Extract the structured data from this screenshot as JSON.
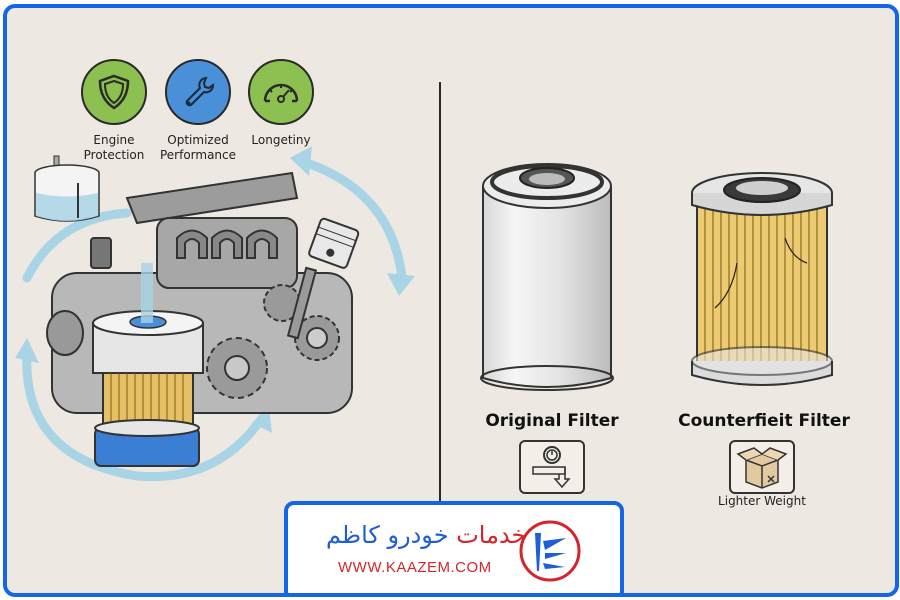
{
  "features": [
    {
      "icon": "shield-icon",
      "label_line1": "Engine",
      "label_line2": "Protection",
      "color": "#8cc152"
    },
    {
      "icon": "wrench-icon",
      "label_line1": "Optimized",
      "label_line2": "Performance",
      "color": "#4a90d9"
    },
    {
      "icon": "gauge-icon",
      "label_line1": "Longetiny",
      "label_line2": "",
      "color": "#8cc152"
    }
  ],
  "illustration": {
    "engine": "engine-illustration",
    "oil_reservoir": "oil-reservoir-icon",
    "flow_arrows": "circulation-arrows",
    "arrow_color": "#a9d4e6"
  },
  "comparison": {
    "original": {
      "title": "Original Filter",
      "icon": "pressure-gauge-icon",
      "caption": ""
    },
    "counterfeit": {
      "title": "Counterfieit Filter",
      "icon": "open-box-icon",
      "caption": "Lighter Weight"
    }
  },
  "logo": {
    "brand_fa_red": "خدمات",
    "brand_fa_blue": "خودرو کاظم",
    "url": "WWW.KAAZEM.COM",
    "mark_icon": "kaazem-logo-icon",
    "colors": {
      "blue": "#1f5fd6",
      "red": "#d3252b"
    }
  },
  "frame_color": "#1565e8",
  "background_color": "#ede9e2"
}
